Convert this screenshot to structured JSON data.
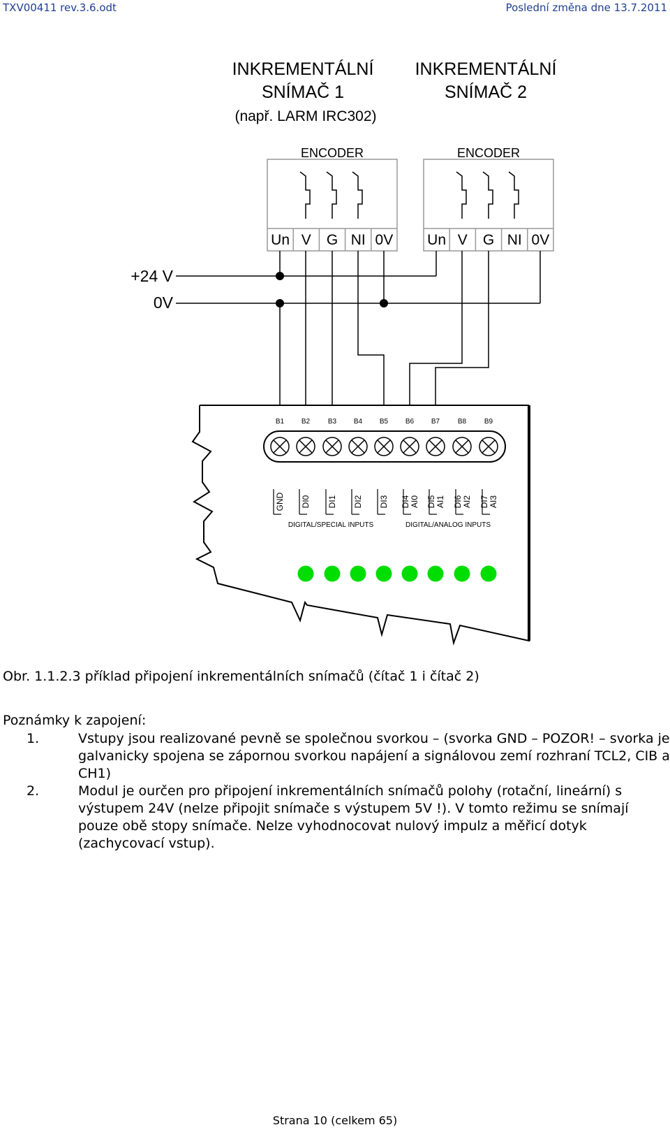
{
  "header": {
    "filename": "TXV00411 rev.3.6.odt",
    "last_change": "Poslední změna dne 13.7.2011"
  },
  "diagram": {
    "sensor1_title_line1": "INKREMENTÁLNÍ",
    "sensor1_title_line2": "SNÍMAČ 1",
    "sensor1_title_line3": "(např. LARM IRC302)",
    "sensor2_title_line1": "INKREMENTÁLNÍ",
    "sensor2_title_line2": "SNÍMAČ 2",
    "encoder1_label": "ENCODER",
    "encoder2_label": "ENCODER",
    "encoder_terminals": [
      "Un",
      "V",
      "G",
      "NI",
      "0V"
    ],
    "supply_plus_label": "+24 V",
    "supply_zero_label": "0V",
    "module_terminals": [
      "B1",
      "B2",
      "B3",
      "B4",
      "B5",
      "B6",
      "B7",
      "B8",
      "B9"
    ],
    "input_labels": [
      {
        "line1": "GND",
        "line2": ""
      },
      {
        "line1": "DI0",
        "line2": ""
      },
      {
        "line1": "DI1",
        "line2": ""
      },
      {
        "line1": "DI2",
        "line2": ""
      },
      {
        "line1": "DI3",
        "line2": ""
      },
      {
        "line1": "DI4",
        "line2": "AI0"
      },
      {
        "line1": "DI5",
        "line2": "AI1"
      },
      {
        "line1": "DI6",
        "line2": "AI2"
      },
      {
        "line1": "DI7",
        "line2": "AI3"
      }
    ],
    "group_digital_special": "DIGITAL/SPECIAL INPUTS",
    "group_digital_analog": "DIGITAL/ANALOG INPUTS",
    "led_count": 8,
    "led_color": "#00dd00"
  },
  "caption": "Obr. 1.1.2.3 příklad připojení inkrementálních snímačů (čítač 1 i čítač 2)",
  "notes": {
    "title": "Poznámky k zapojení:",
    "items": [
      {
        "number": "1.",
        "text": "Vstupy jsou realizované pevně se společnou svorkou – (svorka GND – POZOR! – svorka je galvanicky spojena se zápornou svorkou napájení a signálovou zemí rozhraní TCL2, CIB a CH1)"
      },
      {
        "number": "2.",
        "text": "Modul je ourčen pro připojení inkrementálních snímačů polohy (rotační, lineární) s výstupem 24V (nelze připojit snímače s výstupem 5V !). V tomto režimu se snímají pouze obě stopy snímače. Nelze vyhodnocovat nulový impulz a měřicí dotyk (zachycovací vstup)."
      }
    ]
  },
  "footer": "Strana 10 (celkem 65)"
}
